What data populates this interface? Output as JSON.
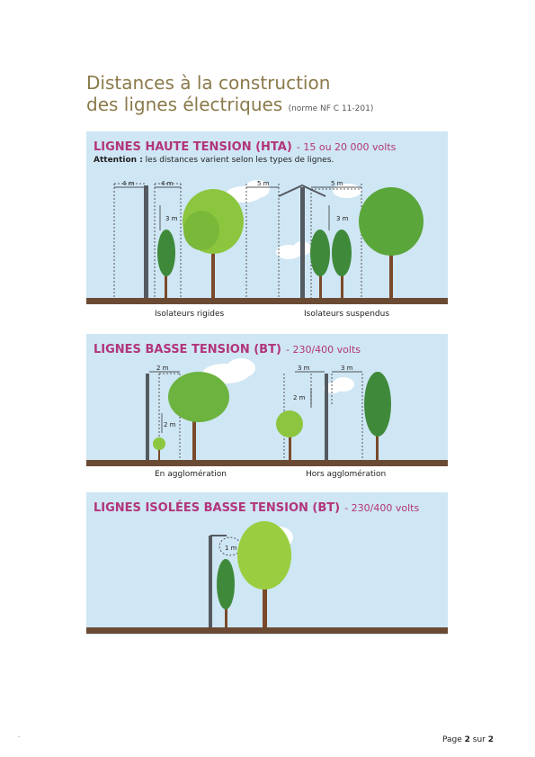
{
  "title": {
    "line1": "Distances à la construction",
    "line2": "des lignes électriques",
    "norm": "(norme NF C 11-201)"
  },
  "panels": [
    {
      "heading": "LIGNES HAUTE TENSION (HTA)",
      "volts": "- 15 ou 20 000 volts",
      "attention_label": "Attention :",
      "attention_text": "les distances varient selon les types de lignes.",
      "dims": [
        "4 m",
        "4 m",
        "3 m",
        "5 m",
        "5 m",
        "3 m"
      ],
      "captions": [
        "Isolateurs rigides",
        "Isolateurs suspendus"
      ]
    },
    {
      "heading": "LIGNES BASSE TENSION (BT)",
      "volts": "- 230/400 volts",
      "dims": [
        "2 m",
        "2 m",
        "3 m",
        "3 m",
        "2 m"
      ],
      "captions": [
        "En agglomération",
        "Hors agglomération"
      ]
    },
    {
      "heading": "LIGNES ISOLÉES BASSE TENSION (BT)",
      "volts": "- 230/400 volts",
      "dims": [
        "1 m"
      ]
    }
  ],
  "footer": {
    "prefix": "Page ",
    "page": "2",
    "middle": " sur ",
    "total": "2"
  },
  "colors": {
    "sky": "#cfe6f4",
    "ground": "#6b4a33",
    "heading": "#b2357a",
    "title": "#8a7a4a"
  }
}
